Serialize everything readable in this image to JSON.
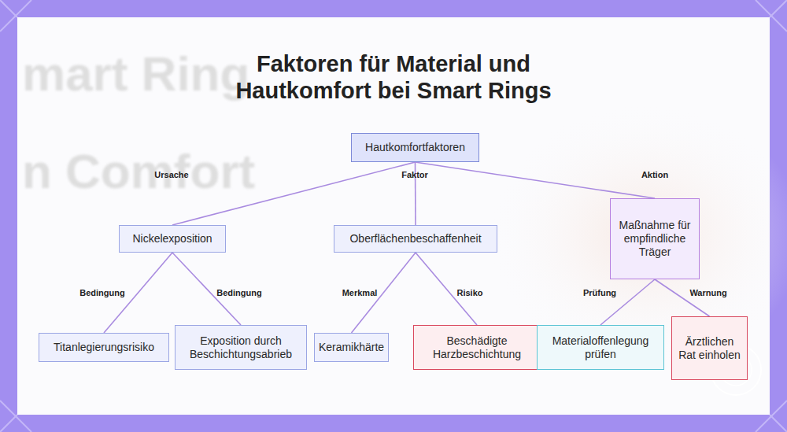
{
  "diagram": {
    "title": "Faktoren für Material und Hautkomfort bei Smart Rings",
    "nodes": [
      {
        "text": [
          "Hautkomfortfaktoren"
        ]
      },
      {
        "text": [
          "Nickelexposition"
        ]
      },
      {
        "text": [
          "Oberflächenbeschaffenheit"
        ]
      },
      {
        "text": [
          "Maßnahme für empfindliche Träger"
        ]
      },
      {
        "text": [
          "Titanlegierungsrisiko"
        ]
      },
      {
        "text": [
          "Exposition durch Beschichtungsabrieb"
        ]
      },
      {
        "text": [
          "Keramikhärte"
        ]
      },
      {
        "text": [
          "Beschädigte Harzbeschichtung"
        ]
      },
      {
        "text": [
          "Materialoffenlegung prüfen"
        ]
      },
      {
        "text": [
          "Ärztlichen Rat einholen"
        ]
      }
    ],
    "edges": [
      {
        "from": 0,
        "to": 1,
        "label": "Ursache",
        "arrow": "none"
      },
      {
        "from": 0,
        "to": 2,
        "label": "Faktor",
        "arrow": "none"
      },
      {
        "from": 0,
        "to": 3,
        "label": "Aktion",
        "arrow": "none"
      },
      {
        "from": 1,
        "to": 4,
        "label": "Bedingung",
        "arrow": "none"
      },
      {
        "from": 1,
        "to": 5,
        "label": "Bedingung",
        "arrow": "none"
      },
      {
        "from": 2,
        "to": 6,
        "label": "Merkmal",
        "arrow": "none"
      },
      {
        "from": 2,
        "to": 7,
        "label": "Risiko",
        "arrow": "none"
      },
      {
        "from": 3,
        "to": 8,
        "label": "Prüfung",
        "arrow": "none"
      },
      {
        "from": 3,
        "to": 9,
        "label": "Warnung",
        "arrow": "none"
      }
    ],
    "labels": [
      "mart Ring",
      "n Comfort"
    ]
  }
}
